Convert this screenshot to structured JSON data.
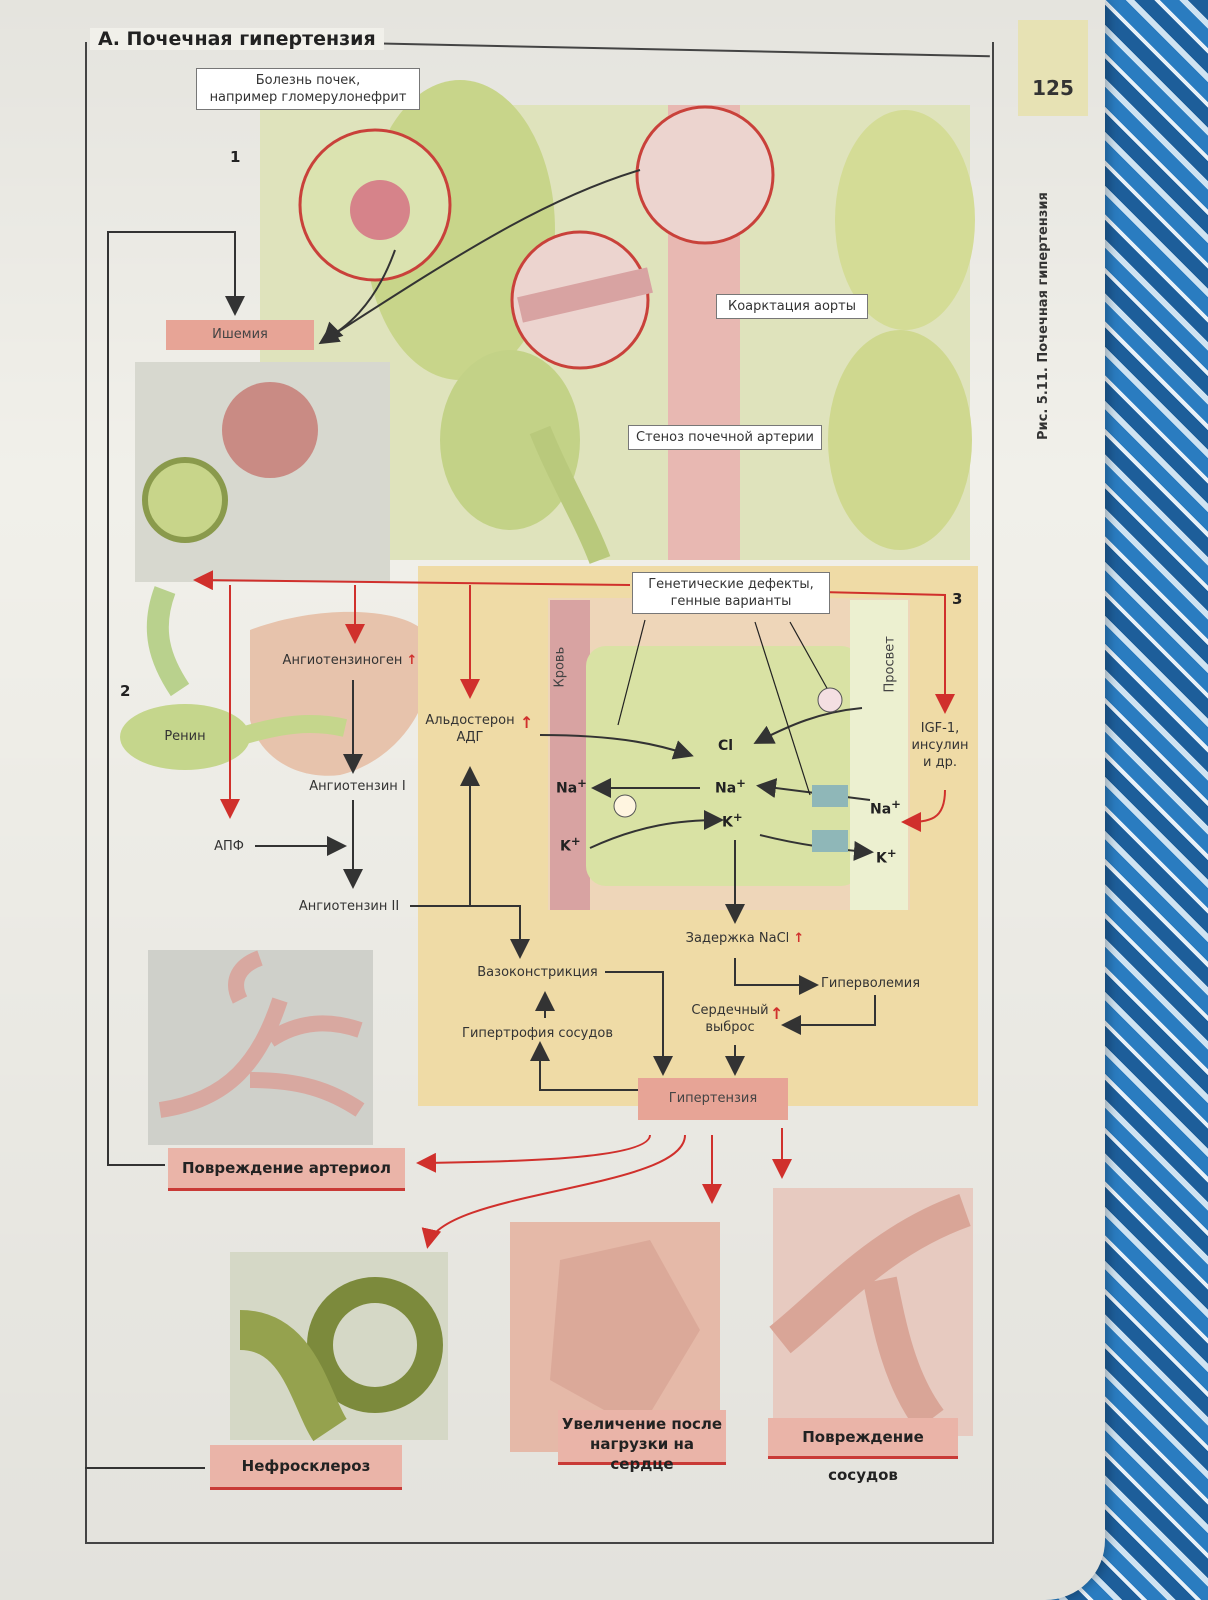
{
  "page": {
    "number": "125",
    "figure_caption": "Рис. 5.11. Почечная гипертензия",
    "section_title": "А. Почечная гипертензия"
  },
  "diagram": {
    "numbers": {
      "n1": "1",
      "n2": "2",
      "n3": "3"
    },
    "kidney_disease": "Болезнь почек,\nнапример гломерулонефрит",
    "coarctation": "Коарктация аорты",
    "stenosis": "Стеноз почечной артерии",
    "ischemia": "Ишемия",
    "genetic": "Генетические дефекты,\nгенные варианты",
    "blood": "Кровь",
    "lumen": "Просвет",
    "angiotensinogen": "Ангиотензиноген",
    "renin": "Ренин",
    "angiotensin1": "Ангиотензин I",
    "ace": "АПФ",
    "angiotensin2": "Ангиотензин II",
    "aldosterone": "Альдостерон\nАДГ",
    "igf": "IGF-1,\nинсулин\nи др.",
    "ions": {
      "cl": "Cl",
      "na_in": "Na",
      "na_blood": "Na",
      "na_lumen": "Na",
      "k_in": "K",
      "k_blood": "K",
      "k_lumen": "K",
      "sup": "+",
      "sup_na": "+"
    },
    "nacl": "Задержка NaCl",
    "hypervolemia": "Гиперволемия",
    "cardiac_output": "Сердечный\nвыброс",
    "vasoconstriction": "Вазоконстрикция",
    "vessel_hypertrophy": "Гипертрофия сосудов",
    "hypertension": "Гипертензия",
    "up_arrow": "↑",
    "outcomes": {
      "arteriole": "Повреждение артериол",
      "nephrosclerosis": "Нефросклероз",
      "heart": "Увеличение после\nнагрузки на сердце",
      "vessels": "Повреждение сосудов"
    }
  },
  "colors": {
    "accent_red": "#d0302c",
    "pink_box": "#e7a496",
    "panel_yellow": "#efdba6",
    "tubule_green": "#d9e2a4"
  }
}
